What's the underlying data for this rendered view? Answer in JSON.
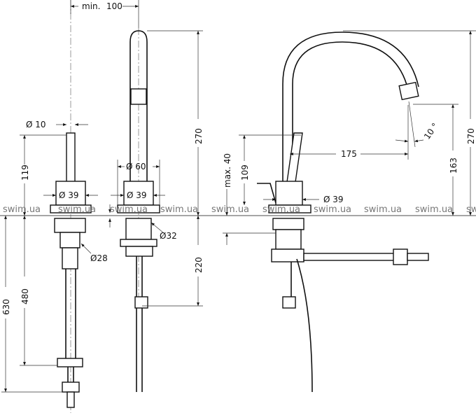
{
  "watermark": "swim.ua",
  "dims": {
    "min": "min.",
    "d100": "100",
    "d_diam10": "Ø 10",
    "d119": "119",
    "d_diam39": "Ø 39",
    "d_diam60": "Ø 60",
    "d270": "270",
    "d_diam32": "Ø32",
    "d_diam28": "Ø28",
    "d220": "220",
    "d480": "480",
    "d630": "630",
    "max40": "max. 40",
    "d109": "109",
    "d175": "175",
    "angle10": "10 °",
    "d163": "163"
  }
}
